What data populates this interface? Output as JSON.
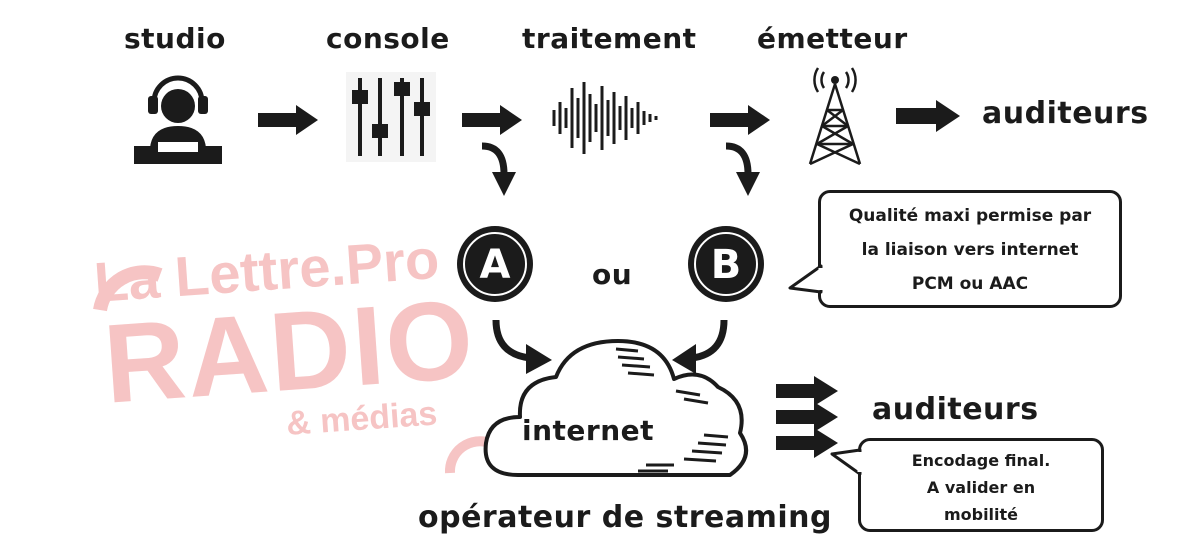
{
  "watermark": {
    "line1": "La Lettre.Pro",
    "line2": "RADIO",
    "line3": "& médias"
  },
  "top_chain": {
    "studio": "studio",
    "console": "console",
    "traitement": "traitement",
    "emetteur": "émetteur",
    "auditeurs": "auditeurs"
  },
  "options": {
    "a": "A",
    "or": "ou",
    "b": "B"
  },
  "bubble_quality": {
    "line1": "Qualité maxi permise par",
    "line2": "la liaison vers internet",
    "line3": "PCM ou AAC"
  },
  "cloud": {
    "label": "internet",
    "caption": "opérateur de streaming"
  },
  "bottom": {
    "auditeurs": "auditeurs"
  },
  "bubble_encoding": {
    "line1": "Encodage final.",
    "line2": "A valider en",
    "line3": "mobilité"
  },
  "colors": {
    "ink": "#1b1b1b",
    "watermark": "#f6c4c4"
  }
}
